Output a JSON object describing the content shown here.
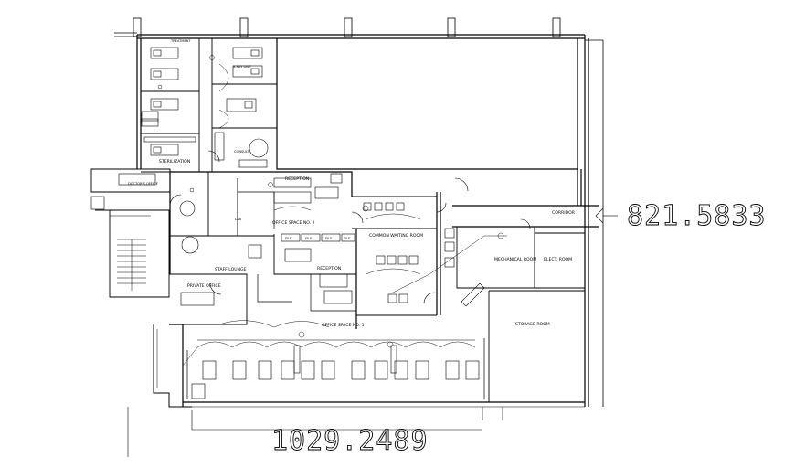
{
  "dimensions": {
    "height": "821.5833",
    "width": "1029.2489"
  },
  "rooms": {
    "treatment": "TREATMENT",
    "xray_unit": "X-RAY UNIT",
    "consult": "CONSULT.",
    "sterilization": "STERILIZATION",
    "doctors_office": "DOCTOR'S OFFICE",
    "lab": "LAB",
    "reception_upper": "RECEPTION",
    "office_space_2": "OFFICE SPACE NO. 2",
    "common_waiting": "COMMON WAITING ROOM",
    "staff_lounge": "STAFF LOUNGE",
    "reception_lower": "RECEPTION",
    "private_office": "PRIVATE OFFICE",
    "office_space_1": "OFFICE SPACE NO. 1",
    "corridor": "CORRIDOR",
    "mechanical_room": "MECHANICAL ROOM",
    "elect_room": "ELECT. ROOM",
    "storage_room": "STORAGE ROOM",
    "file_1": "FILE",
    "file_2": "FILE",
    "file_3": "FILE",
    "file_4": "FILE"
  }
}
